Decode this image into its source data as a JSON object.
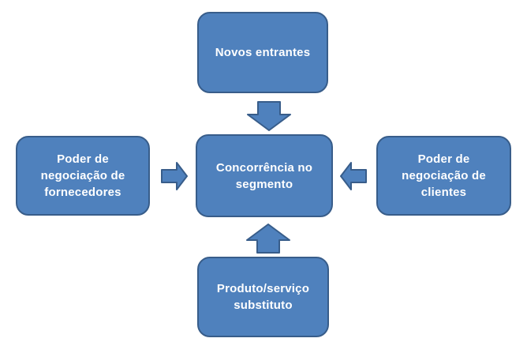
{
  "diagram": {
    "background": "#FFFFFF",
    "colors": {
      "box_fill": "#4F81BD",
      "box_border": "#385D8A",
      "label_text": "#FFFFFF"
    },
    "boxes": {
      "top": {
        "label": "Novos entrantes"
      },
      "left": {
        "label": "Poder de\nnegociação de\nfornecedores"
      },
      "center": {
        "label": "Concorrência no\nsegmento"
      },
      "right": {
        "label": "Poder de\nnegociação de\nclientes"
      },
      "bottom": {
        "label": "Produto/serviço\nsubstituto"
      }
    },
    "arrows": [
      {
        "name": "arrow-top-to-center",
        "direction": "down"
      },
      {
        "name": "arrow-left-to-center",
        "direction": "right"
      },
      {
        "name": "arrow-right-to-center",
        "direction": "left"
      },
      {
        "name": "arrow-bottom-to-center",
        "direction": "up"
      }
    ]
  }
}
